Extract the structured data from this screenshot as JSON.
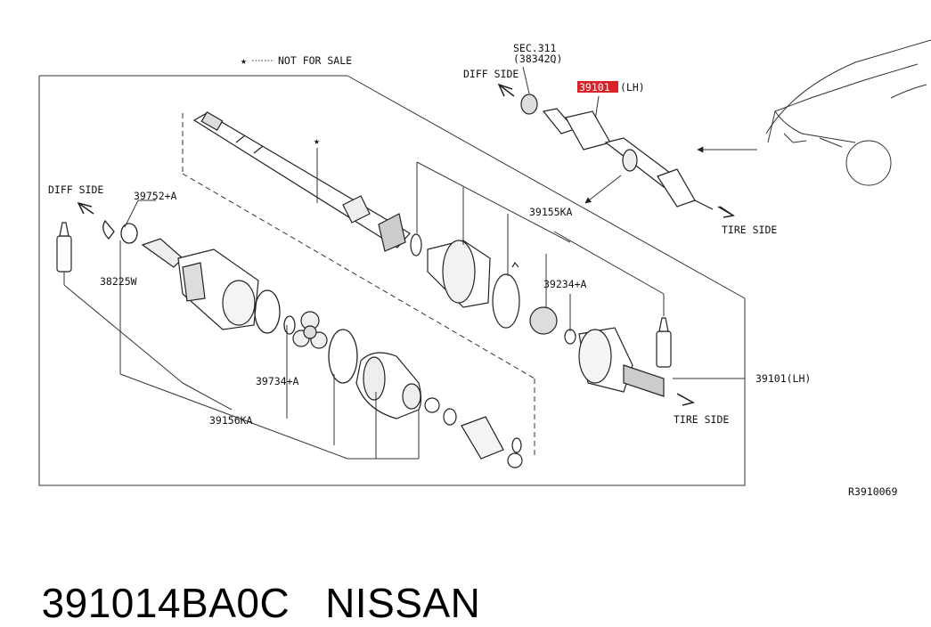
{
  "diagram": {
    "not_for_sale_legend": "NOT FOR SALE",
    "not_for_sale_star": "★",
    "sec_ref": "SEC.311",
    "sec_sub": "(38342Q)",
    "highlight_part": "39101",
    "highlight_suffix": "(LH)",
    "diff_side_top": "DIFF SIDE",
    "diff_side_left": "DIFF SIDE",
    "tire_side_top": "TIRE SIDE",
    "tire_side_bottom": "TIRE SIDE",
    "labels": {
      "p39752": "39752+A",
      "p38225": "38225W",
      "p39155": "39155KA",
      "p39234": "39234+A",
      "p39734": "39734+A",
      "p39156": "39156KA",
      "p39101": "39101(LH)"
    },
    "ref_code": "R3910069",
    "highlight_color": "#d9232a"
  },
  "caption": {
    "part_number": "391014BA0C",
    "brand": "NISSAN"
  }
}
